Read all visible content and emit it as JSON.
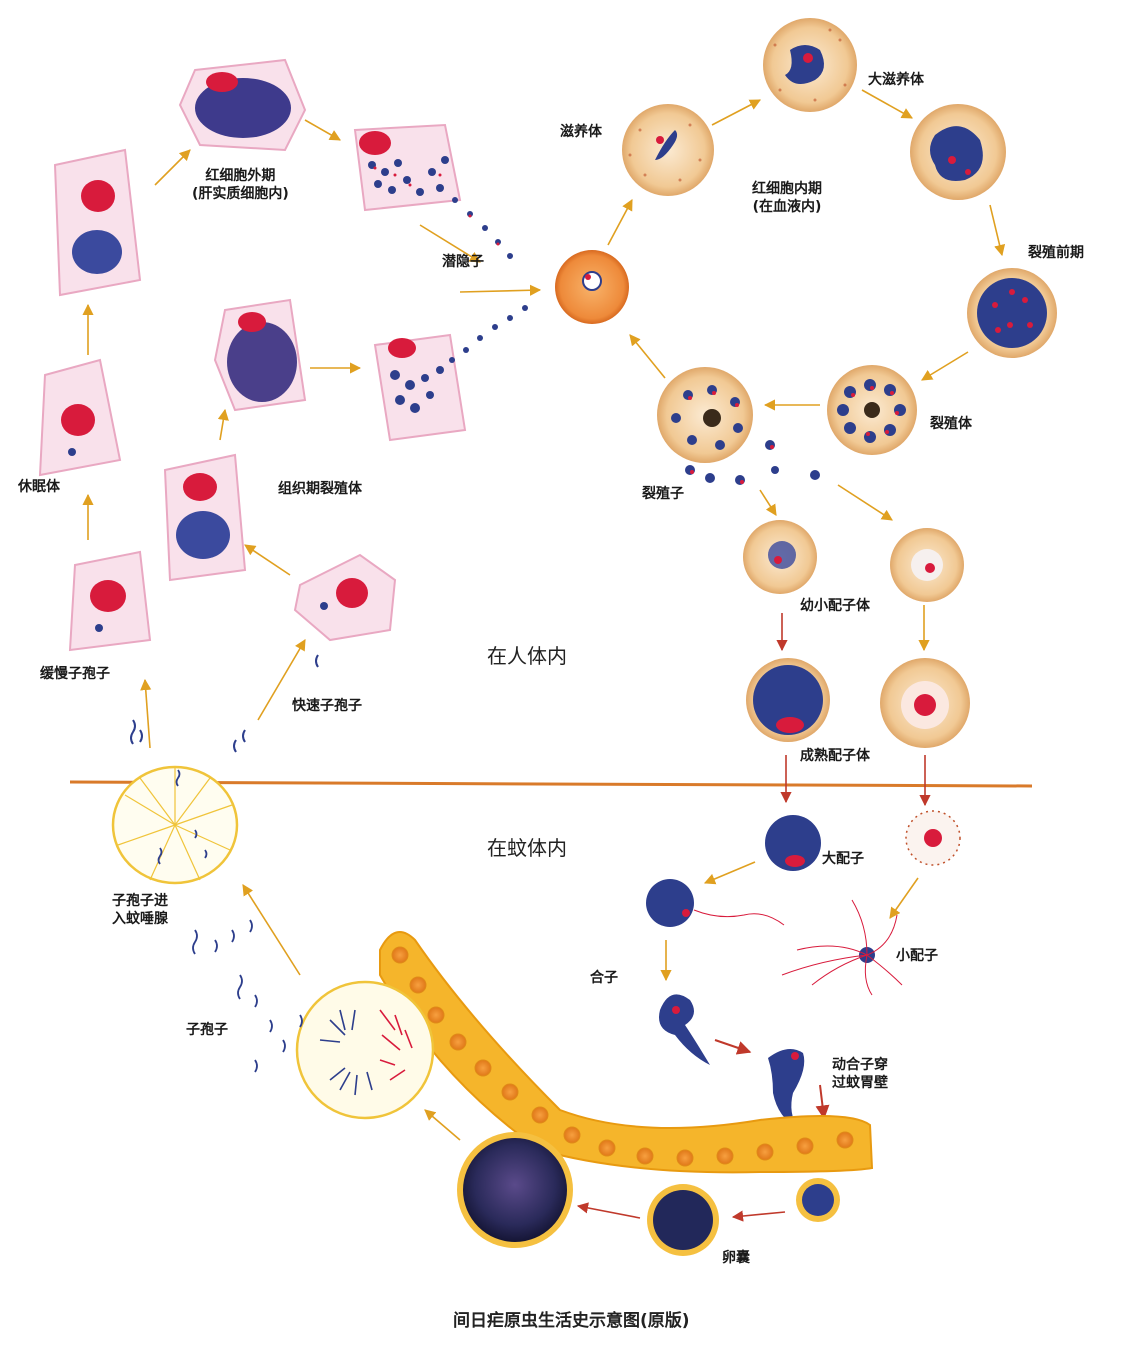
{
  "title": "间日疟原虫生活史示意图(原版)",
  "regions": {
    "human": "在人体内",
    "mosquito": "在蚊体内"
  },
  "labels": {
    "exo_line1": "红细胞外期",
    "exo_line2": "(肝实质细胞内)",
    "merozoite_latent": "潜隐子",
    "trophozoite": "滋养体",
    "large_trophozoite": "大滋养体",
    "intra_line1": "红细胞内期",
    "intra_line2": "(在血液内)",
    "pre_schizont": "裂殖前期",
    "schizont": "裂殖体",
    "merozoite": "裂殖子",
    "hypnozoite": "休眠体",
    "tissue_schizont": "组织期裂殖体",
    "young_gametocyte": "幼小配子体",
    "mature_gametocyte": "成熟配子体",
    "slow_sporozoite": "缓慢子孢子",
    "fast_sporozoite": "快速子孢子",
    "macrogamete": "大配子",
    "microgamete": "小配子",
    "zygote": "合子",
    "ookinete_line1": "动合子穿",
    "ookinete_line2": "过蚊胃壁",
    "oocyst": "卵囊",
    "sporozoite": "子孢子",
    "salivary_line1": "子孢子进",
    "salivary_line2": "入蚊唾腺"
  },
  "colors": {
    "arrow": "#e0a020",
    "arrow_red": "#c0392b",
    "divider": "#d97a2a",
    "rbc_orange": "#f0c89a",
    "liver_pink": "#f7dde8",
    "parasite_blue": "#2d3e8c",
    "nucleus_red": "#d81b3c",
    "gut_yellow": "#f5b52b"
  }
}
